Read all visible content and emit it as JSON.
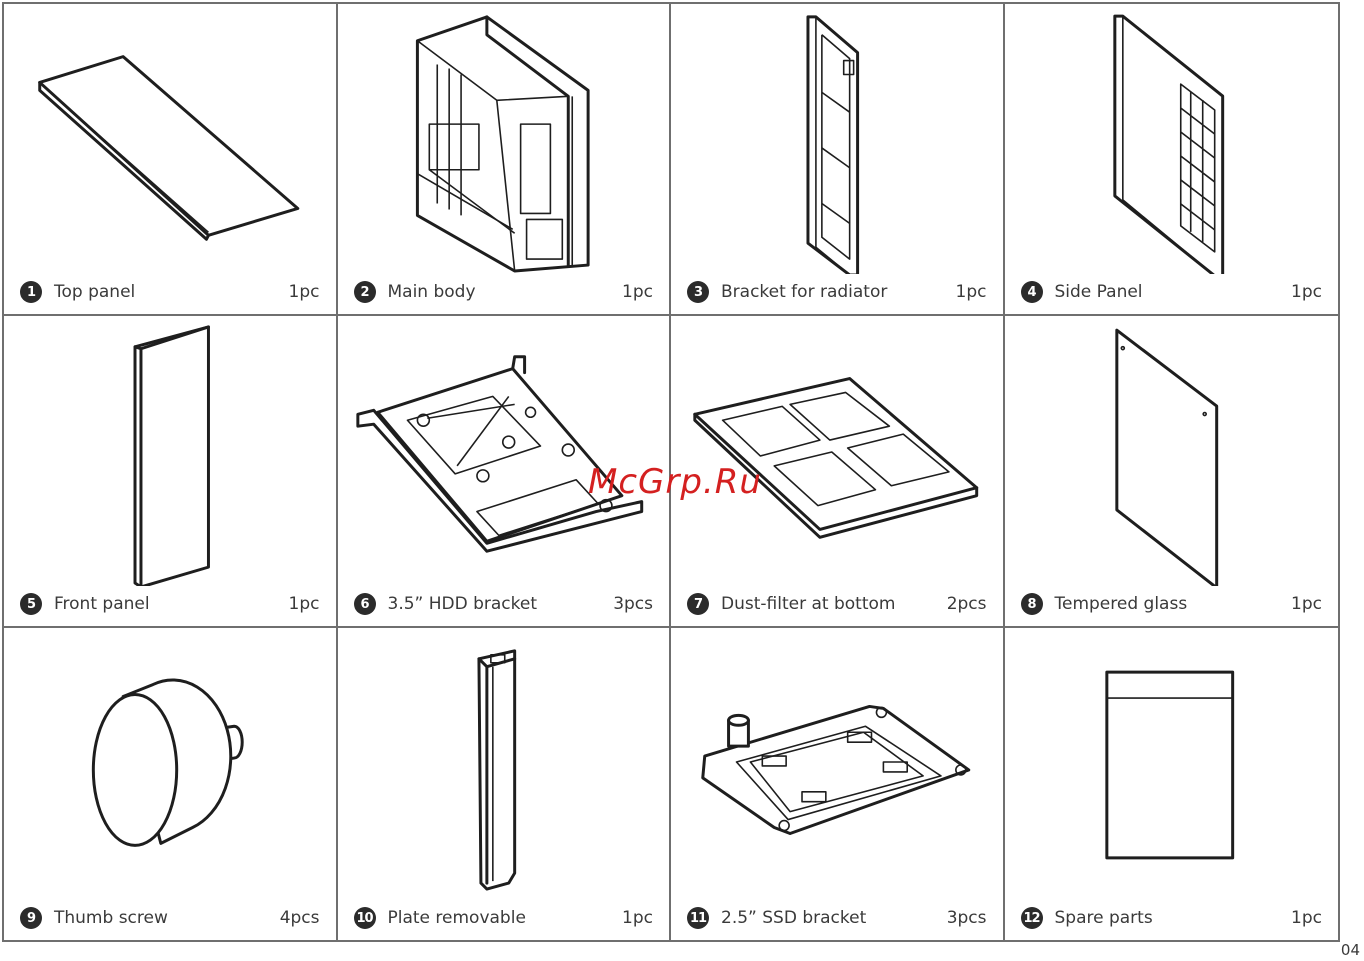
{
  "items": [
    {
      "number": "1",
      "name": "Top panel",
      "qty": "1pc"
    },
    {
      "number": "2",
      "name": "Main body",
      "qty": "1pc"
    },
    {
      "number": "3",
      "name": "Bracket for radiator",
      "qty": "1pc"
    },
    {
      "number": "4",
      "name": "Side Panel",
      "qty": "1pc"
    },
    {
      "number": "5",
      "name": "Front panel",
      "qty": "1pc"
    },
    {
      "number": "6",
      "name": "3.5” HDD bracket",
      "qty": "3pcs"
    },
    {
      "number": "7",
      "name": "Dust-filter at bottom",
      "qty": "2pcs"
    },
    {
      "number": "8",
      "name": "Tempered glass",
      "qty": "1pc"
    },
    {
      "number": "9",
      "name": "Thumb screw",
      "qty": "4pcs"
    },
    {
      "number": "10",
      "name": "Plate removable",
      "qty": "1pc"
    },
    {
      "number": "11",
      "name": "2.5” SSD bracket",
      "qty": "3pcs"
    },
    {
      "number": "12",
      "name": "Spare parts",
      "qty": "1pc"
    }
  ],
  "watermark": "McGrp.Ru",
  "page_number": "04"
}
